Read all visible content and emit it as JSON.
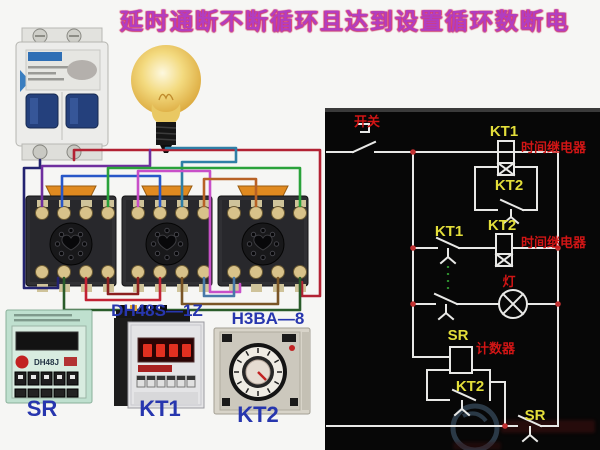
{
  "title": "延时通断不断循环且达到设置循环数断电",
  "devices": {
    "counter": {
      "face_text": "DH48J",
      "label": "SR"
    },
    "timer1": {
      "model": "DH48S—1Z",
      "label": "KT1"
    },
    "timer2": {
      "model": "H3BA—8",
      "label": "KT2"
    }
  },
  "schematic": {
    "switch": "开关",
    "row1_coil": "KT1",
    "row1_device": "时间继电器",
    "row1_contact": "KT2",
    "row2_contact": "KT1",
    "row2_coil": "KT2",
    "row2_device": "时间继电器",
    "lamp": "灯",
    "sr_coil": "SR",
    "sr_device": "计数器",
    "bottom_contact": "KT2",
    "bottom_sr_contact": "SR"
  },
  "colors": {
    "title": "#b23ec0",
    "panel_bg": "#070707",
    "schematic_line": "#e8e8e6",
    "label_yellow": "#e3de3a",
    "label_red": "#d01515",
    "junction_dot": "#c03030",
    "link_green": "#2d8a2d",
    "device_label_blue": "#2736ae",
    "socket_clip_orange": "#e08a20"
  }
}
